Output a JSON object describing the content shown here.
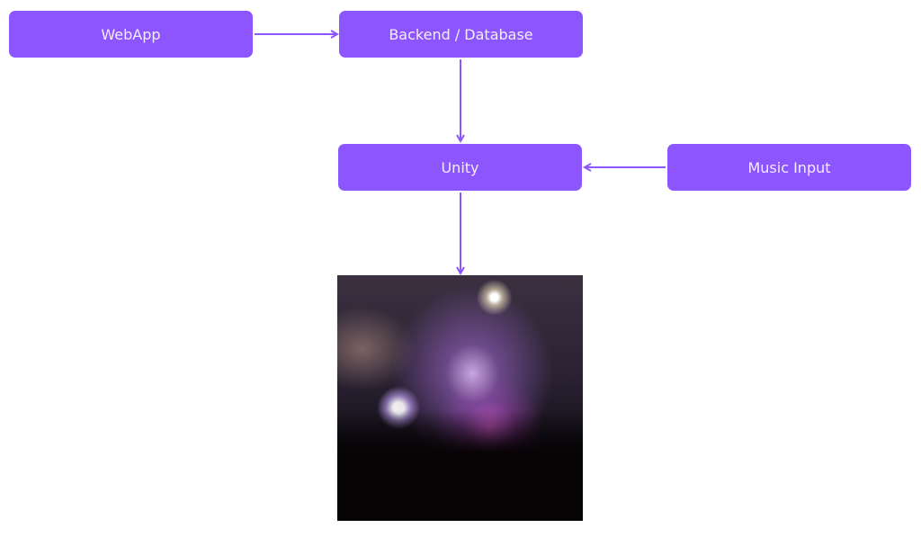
{
  "nodes": {
    "webapp": "WebApp",
    "backend": "Backend / Database",
    "unity": "Unity",
    "music": "Music Input"
  },
  "colors": {
    "node": "#8c55fd",
    "text": "#f3ecff"
  }
}
